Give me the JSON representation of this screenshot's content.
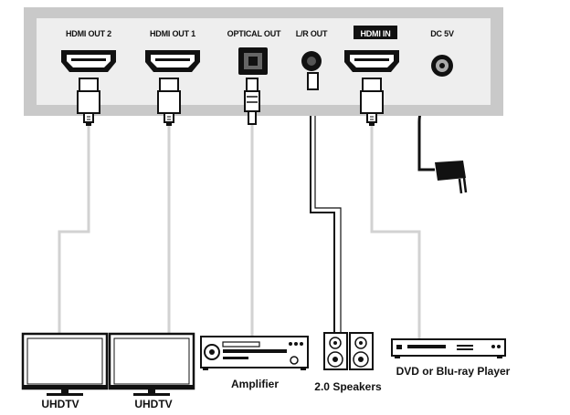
{
  "device": {
    "ports": {
      "hdmi_out_2": "HDMI OUT 2",
      "hdmi_out_1": "HDMI OUT 1",
      "optical_out": "OPTICAL OUT",
      "lr_out": "L/R OUT",
      "hdmi_in": "HDMI IN",
      "dc_5v": "DC 5V"
    }
  },
  "devices": {
    "uhdtv_1": "UHDTV",
    "uhdtv_2": "UHDTV",
    "amplifier": "Amplifier",
    "speakers": "2.0 Speakers",
    "player": "DVD or Blu-ray Player"
  },
  "colors": {
    "chassis": "#c9c9c9",
    "panel": "#eeeeee",
    "cable_light": "#d2d2d2",
    "cable_dark": "#111111"
  }
}
